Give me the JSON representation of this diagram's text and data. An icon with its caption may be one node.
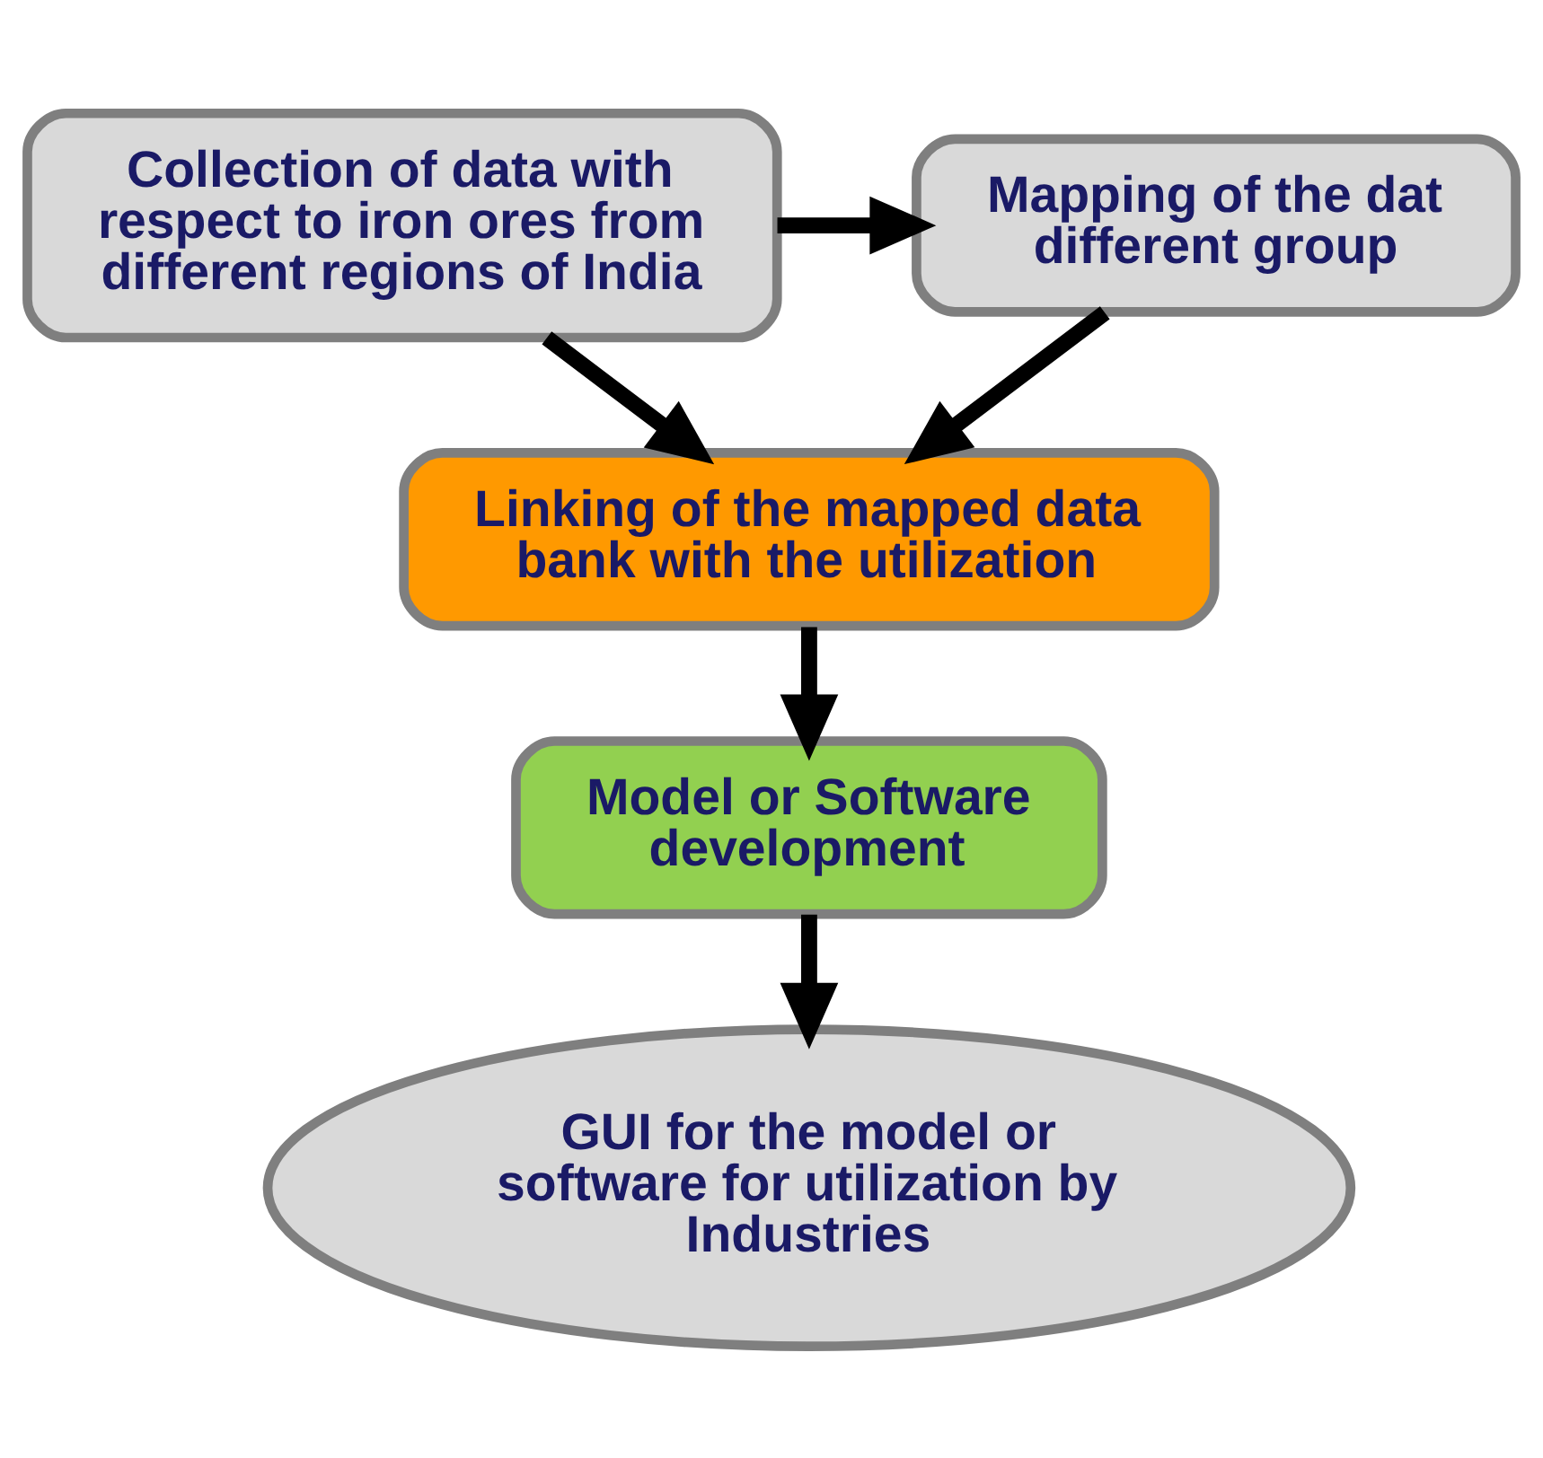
{
  "diagram": {
    "nodes": [
      {
        "text": [
          "Collection of data with respect to iron ores from different regions of India"
        ]
      },
      {
        "text": [
          "Mapping of the dat different group"
        ]
      },
      {
        "text": [
          "Linking of the mapped data bank with the utilization"
        ]
      },
      {
        "text": [
          "Model or Software development"
        ]
      },
      {
        "text": [
          "GUI for the model or software for utilization by Industries"
        ]
      }
    ],
    "edges": [
      {
        "from": 0,
        "to": 1,
        "arrow": "to"
      },
      {
        "from": 0,
        "to": 2,
        "arrow": "to"
      },
      {
        "from": 1,
        "to": 2,
        "arrow": "to"
      },
      {
        "from": 2,
        "to": 3,
        "arrow": "to"
      },
      {
        "from": 3,
        "to": 4,
        "arrow": "to"
      }
    ]
  }
}
